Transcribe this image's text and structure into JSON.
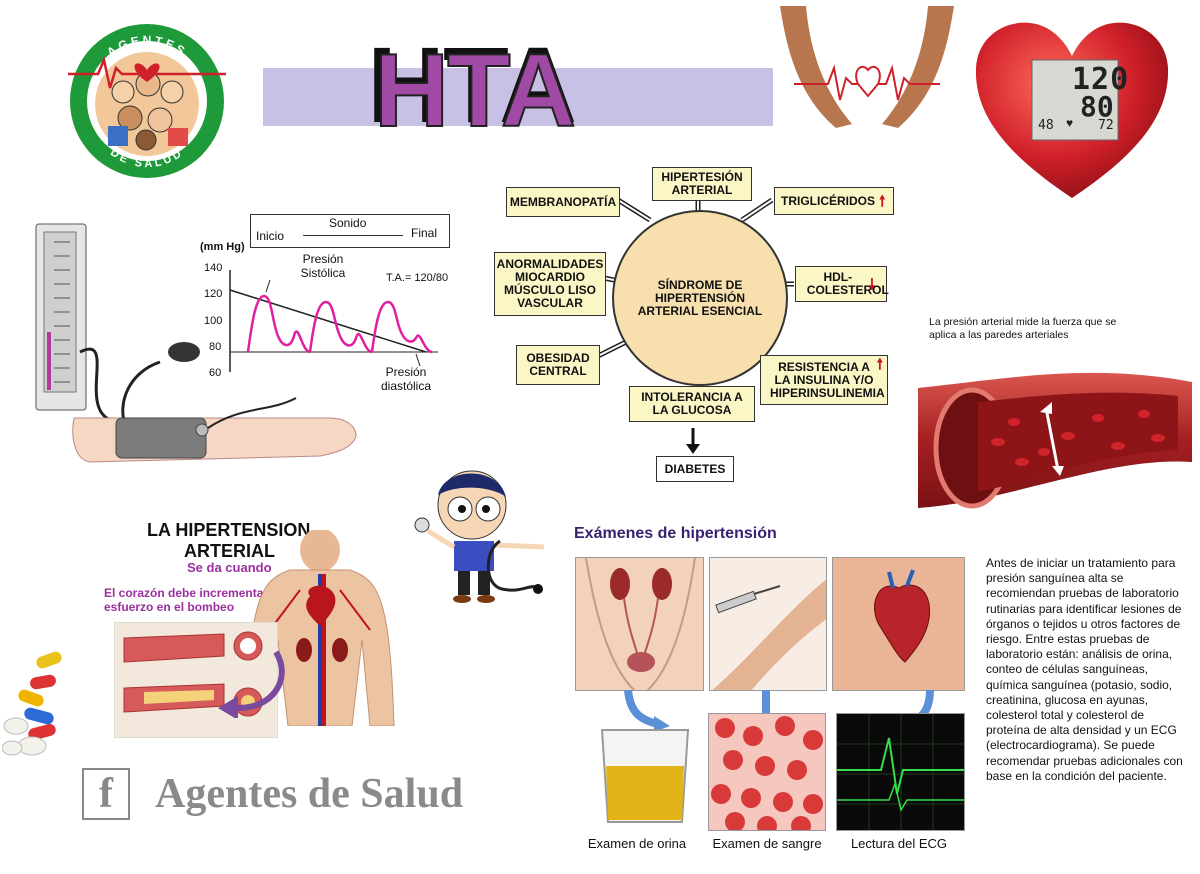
{
  "title": "HTA",
  "logo": {
    "top_text": "AGENTES",
    "bottom_text": "DE SALUD"
  },
  "bp_readout": {
    "systolic": "120",
    "diastolic": "80",
    "small_left": "48",
    "small_right": "72"
  },
  "bp_chart": {
    "sound_label": "Sonido",
    "start_label": "Inicio",
    "end_label": "Final",
    "unit_label": "(mm Hg)",
    "y_ticks": [
      "140",
      "120",
      "100",
      "80",
      "60"
    ],
    "systolic_label": "Presión Sistólica",
    "diastolic_label": "Presión diastólica",
    "ta_label": "T.A.= 120/80"
  },
  "syndrome_map": {
    "center": "SÍNDROME DE HIPERTENSIÓN ARTERIAL ESENCIAL",
    "nodes": {
      "hipertension": "HIPERTESIÓN ARTERIAL",
      "membranopatia": "MEMBRANOPATÍA",
      "trigliceridos": "TRIGLICÉRIDOS",
      "anormalidades": "ANORMALIDADES MIOCARDIO MÚSCULO LISO VASCULAR",
      "hdl": "HDL-COLESTEROL",
      "obesidad": "OBESIDAD CENTRAL",
      "resistencia": "RESISTENCIA A LA INSULINA Y/O HIPERINSULINEMIA",
      "intolerancia": "INTOLERANCIA A LA GLUCOSA",
      "diabetes": "DIABETES"
    }
  },
  "artery_note": "La presión arterial mide la fuerza que se aplica a las paredes arteriales",
  "hypertension_panel": {
    "title_line1": "LA HIPERTENSION",
    "title_line2": "ARTERIAL",
    "subtitle": "Se da cuando",
    "note": "El corazón debe incrementar el esfuerzo en el bombeo"
  },
  "exams": {
    "title": "Exámenes de hipertensión",
    "captions": [
      "Examen de orina",
      "Examen de sangre",
      "Lectura del ECG"
    ],
    "paragraph": "Antes de iniciar un tratamiento para presión sanguínea alta se recomiendan pruebas de laboratorio rutinarias para identificar lesiones de órganos o tejidos u otros factores de riesgo. Entre estas pruebas de laboratorio están: análisis de orina, conteo de células sanguíneas, química sanguínea (potasio, sodio, creatinina, glucosa en ayunas, colesterol total y colesterol de proteína de alta densidad y un ECG (electrocardiograma). Se puede recomendar pruebas adicionales con base en la condición del paciente."
  },
  "footer": {
    "icon_letter": "f",
    "text": "Agentes de Salud"
  },
  "colors": {
    "accent_purple": "#a04aa5",
    "band_lavender": "#c9c0e6",
    "heart_red": "#d0202a",
    "box_yellow": "#fbf6c6",
    "circle_tan": "#f7dfae",
    "curve_magenta": "#e020a0"
  }
}
